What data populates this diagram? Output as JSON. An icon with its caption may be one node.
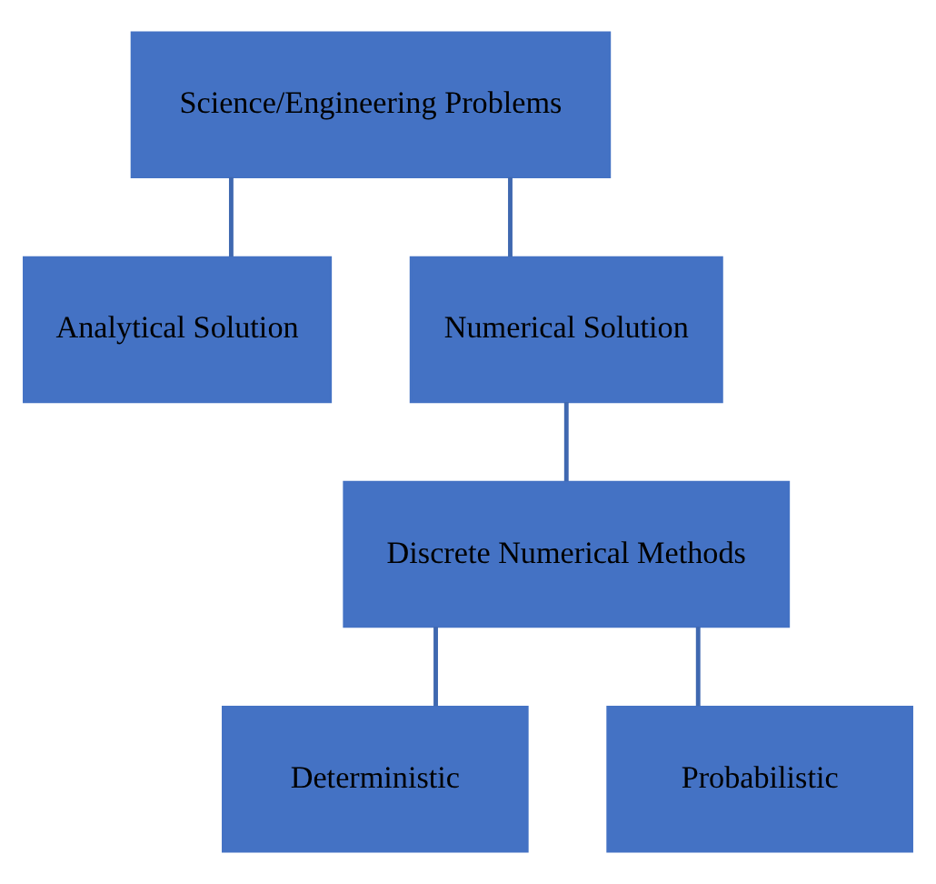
{
  "diagram": {
    "nodes": [
      {
        "text": [
          "Science/Engineering Problems"
        ]
      },
      {
        "text": [
          "Analytical Solution"
        ]
      },
      {
        "text": [
          "Numerical Solution"
        ]
      },
      {
        "text": [
          "Discrete Numerical Methods"
        ]
      },
      {
        "text": [
          "Deterministic"
        ]
      },
      {
        "text": [
          "Probabilistic"
        ]
      }
    ],
    "edges": [
      {
        "from": 0,
        "to": 1,
        "arrow": "none"
      },
      {
        "from": 0,
        "to": 2,
        "arrow": "none"
      },
      {
        "from": 2,
        "to": 3,
        "arrow": "none"
      },
      {
        "from": 3,
        "to": 4,
        "arrow": "none"
      },
      {
        "from": 3,
        "to": 5,
        "arrow": "none"
      }
    ]
  }
}
